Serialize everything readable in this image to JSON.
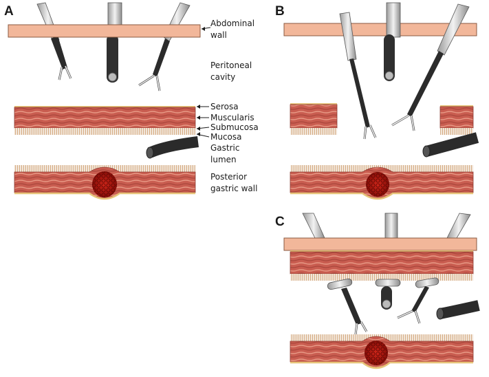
{
  "panels": [
    {
      "letter": "A"
    },
    {
      "letter": "B"
    },
    {
      "letter": "C"
    }
  ],
  "labels": {
    "abdominal_wall": [
      "Abdominal",
      "wall"
    ],
    "peritoneal_cavity": [
      "Peritoneal",
      "cavity"
    ],
    "serosa": "Serosa",
    "muscularis": "Muscularis",
    "submucosa": "Submucosa",
    "mucosa": "Mucosa",
    "gastric_lumen": [
      "Gastric",
      "lumen"
    ],
    "posterior_gastric_wall": [
      "Posterior",
      "gastric wall"
    ]
  },
  "colors": {
    "abdominal_wall": "#f2b79a",
    "tissue": "#c85a4e",
    "serosa_line": "#e9c77a",
    "mucosa_fringe": "#d9b48c",
    "tumor": "#b01a10",
    "instrument_shaft": "#2b2b2b",
    "trocar": "#c9c9c9",
    "endoscope": "#2b2b2b"
  }
}
